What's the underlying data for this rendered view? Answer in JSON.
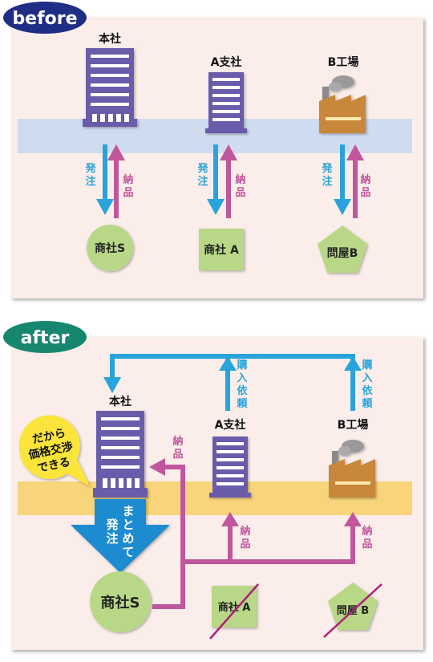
{
  "colors": {
    "panel_bg": "#fbeeea",
    "before_band": "#cfdbef",
    "after_band": "#f8d47a",
    "building": "#6b5cab",
    "building_window": "#ffffff",
    "factory": "#c8873b",
    "order_arrow": "#29a3dc",
    "delivery_arrow": "#c0569c",
    "company_shape": "#b9d887",
    "badge_before": "#1f2e84",
    "badge_after": "#17866f",
    "speech_bubble": "#fbe53a",
    "big_arrow": "#1b8bd0",
    "cross_line": "#b01e79"
  },
  "before": {
    "badge": "before",
    "nodes": {
      "hq": "本社",
      "branch_a": "A支社",
      "factory_b": "B工場"
    },
    "order_label": [
      "発",
      "注"
    ],
    "delivery_label": [
      "納",
      "品"
    ],
    "suppliers": {
      "trading_s": "商社S",
      "trading_a": "商社 A",
      "wholesaler_b": "問屋B"
    }
  },
  "after": {
    "badge": "after",
    "nodes": {
      "hq": "本社",
      "branch_a": "A支社",
      "factory_b": "B工場"
    },
    "purchase_request_label": [
      "購",
      "入",
      "依",
      "頼"
    ],
    "delivery_label": [
      "納",
      "品"
    ],
    "bubble_lines": [
      "だから",
      "価格交渉",
      "できる"
    ],
    "bulk_order_col1": [
      "ま",
      "と",
      "め",
      "て"
    ],
    "bulk_order_col2": [
      "発",
      "注"
    ],
    "suppliers": {
      "trading_s": "商社S",
      "trading_a": "商社 A",
      "wholesaler_b": "問屋 B"
    }
  }
}
